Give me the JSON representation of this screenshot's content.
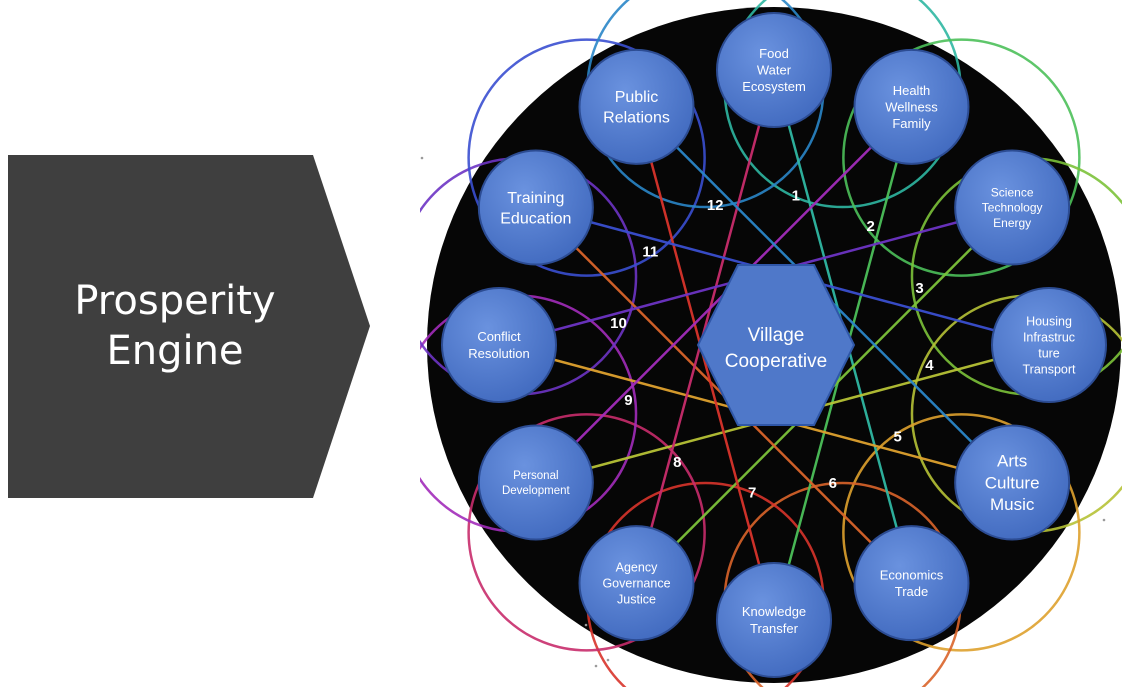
{
  "engine": {
    "line1": "Prosperity",
    "line2": "Engine"
  },
  "center": {
    "line1": "Village",
    "line2": "Cooperative"
  },
  "colors": {
    "chevron": "#3f3f3f",
    "disc": "#060606",
    "node_fill": "#4f78c9",
    "node_stroke": "#2c4c93",
    "hexagon": "#4f78c9"
  },
  "nodes": [
    {
      "number": "1",
      "lines": [
        "Food",
        "Water",
        "Ecosystem"
      ],
      "color": "#2fb7a2"
    },
    {
      "number": "2",
      "lines": [
        "Health",
        "Wellness",
        "Family"
      ],
      "color": "#4cc05a"
    },
    {
      "number": "3",
      "lines": [
        "Science",
        "Technology",
        "Energy"
      ],
      "color": "#7cc23a"
    },
    {
      "number": "4",
      "lines": [
        "Housing",
        "Infrastruc",
        "ture",
        "Transport"
      ],
      "color": "#b6c236"
    },
    {
      "number": "5",
      "lines": [
        "Arts",
        "Culture",
        "Music"
      ],
      "color": "#dea12e"
    },
    {
      "number": "6",
      "lines": [
        "Economics",
        "Trade"
      ],
      "color": "#d9642a"
    },
    {
      "number": "7",
      "lines": [
        "Knowledge",
        "Transfer"
      ],
      "color": "#d8342b"
    },
    {
      "number": "8",
      "lines": [
        "Agency",
        "Governance",
        "Justice"
      ],
      "color": "#c82c6c"
    },
    {
      "number": "9",
      "lines": [
        "Personal",
        "Development"
      ],
      "color": "#a22cba"
    },
    {
      "number": "10",
      "lines": [
        "Conflict",
        "Resolution"
      ],
      "color": "#6d34c4"
    },
    {
      "number": "11",
      "lines": [
        "Training",
        "Education"
      ],
      "color": "#3a4fd0"
    },
    {
      "number": "12",
      "lines": [
        "Public",
        "Relations"
      ],
      "color": "#2a86c8"
    }
  ]
}
